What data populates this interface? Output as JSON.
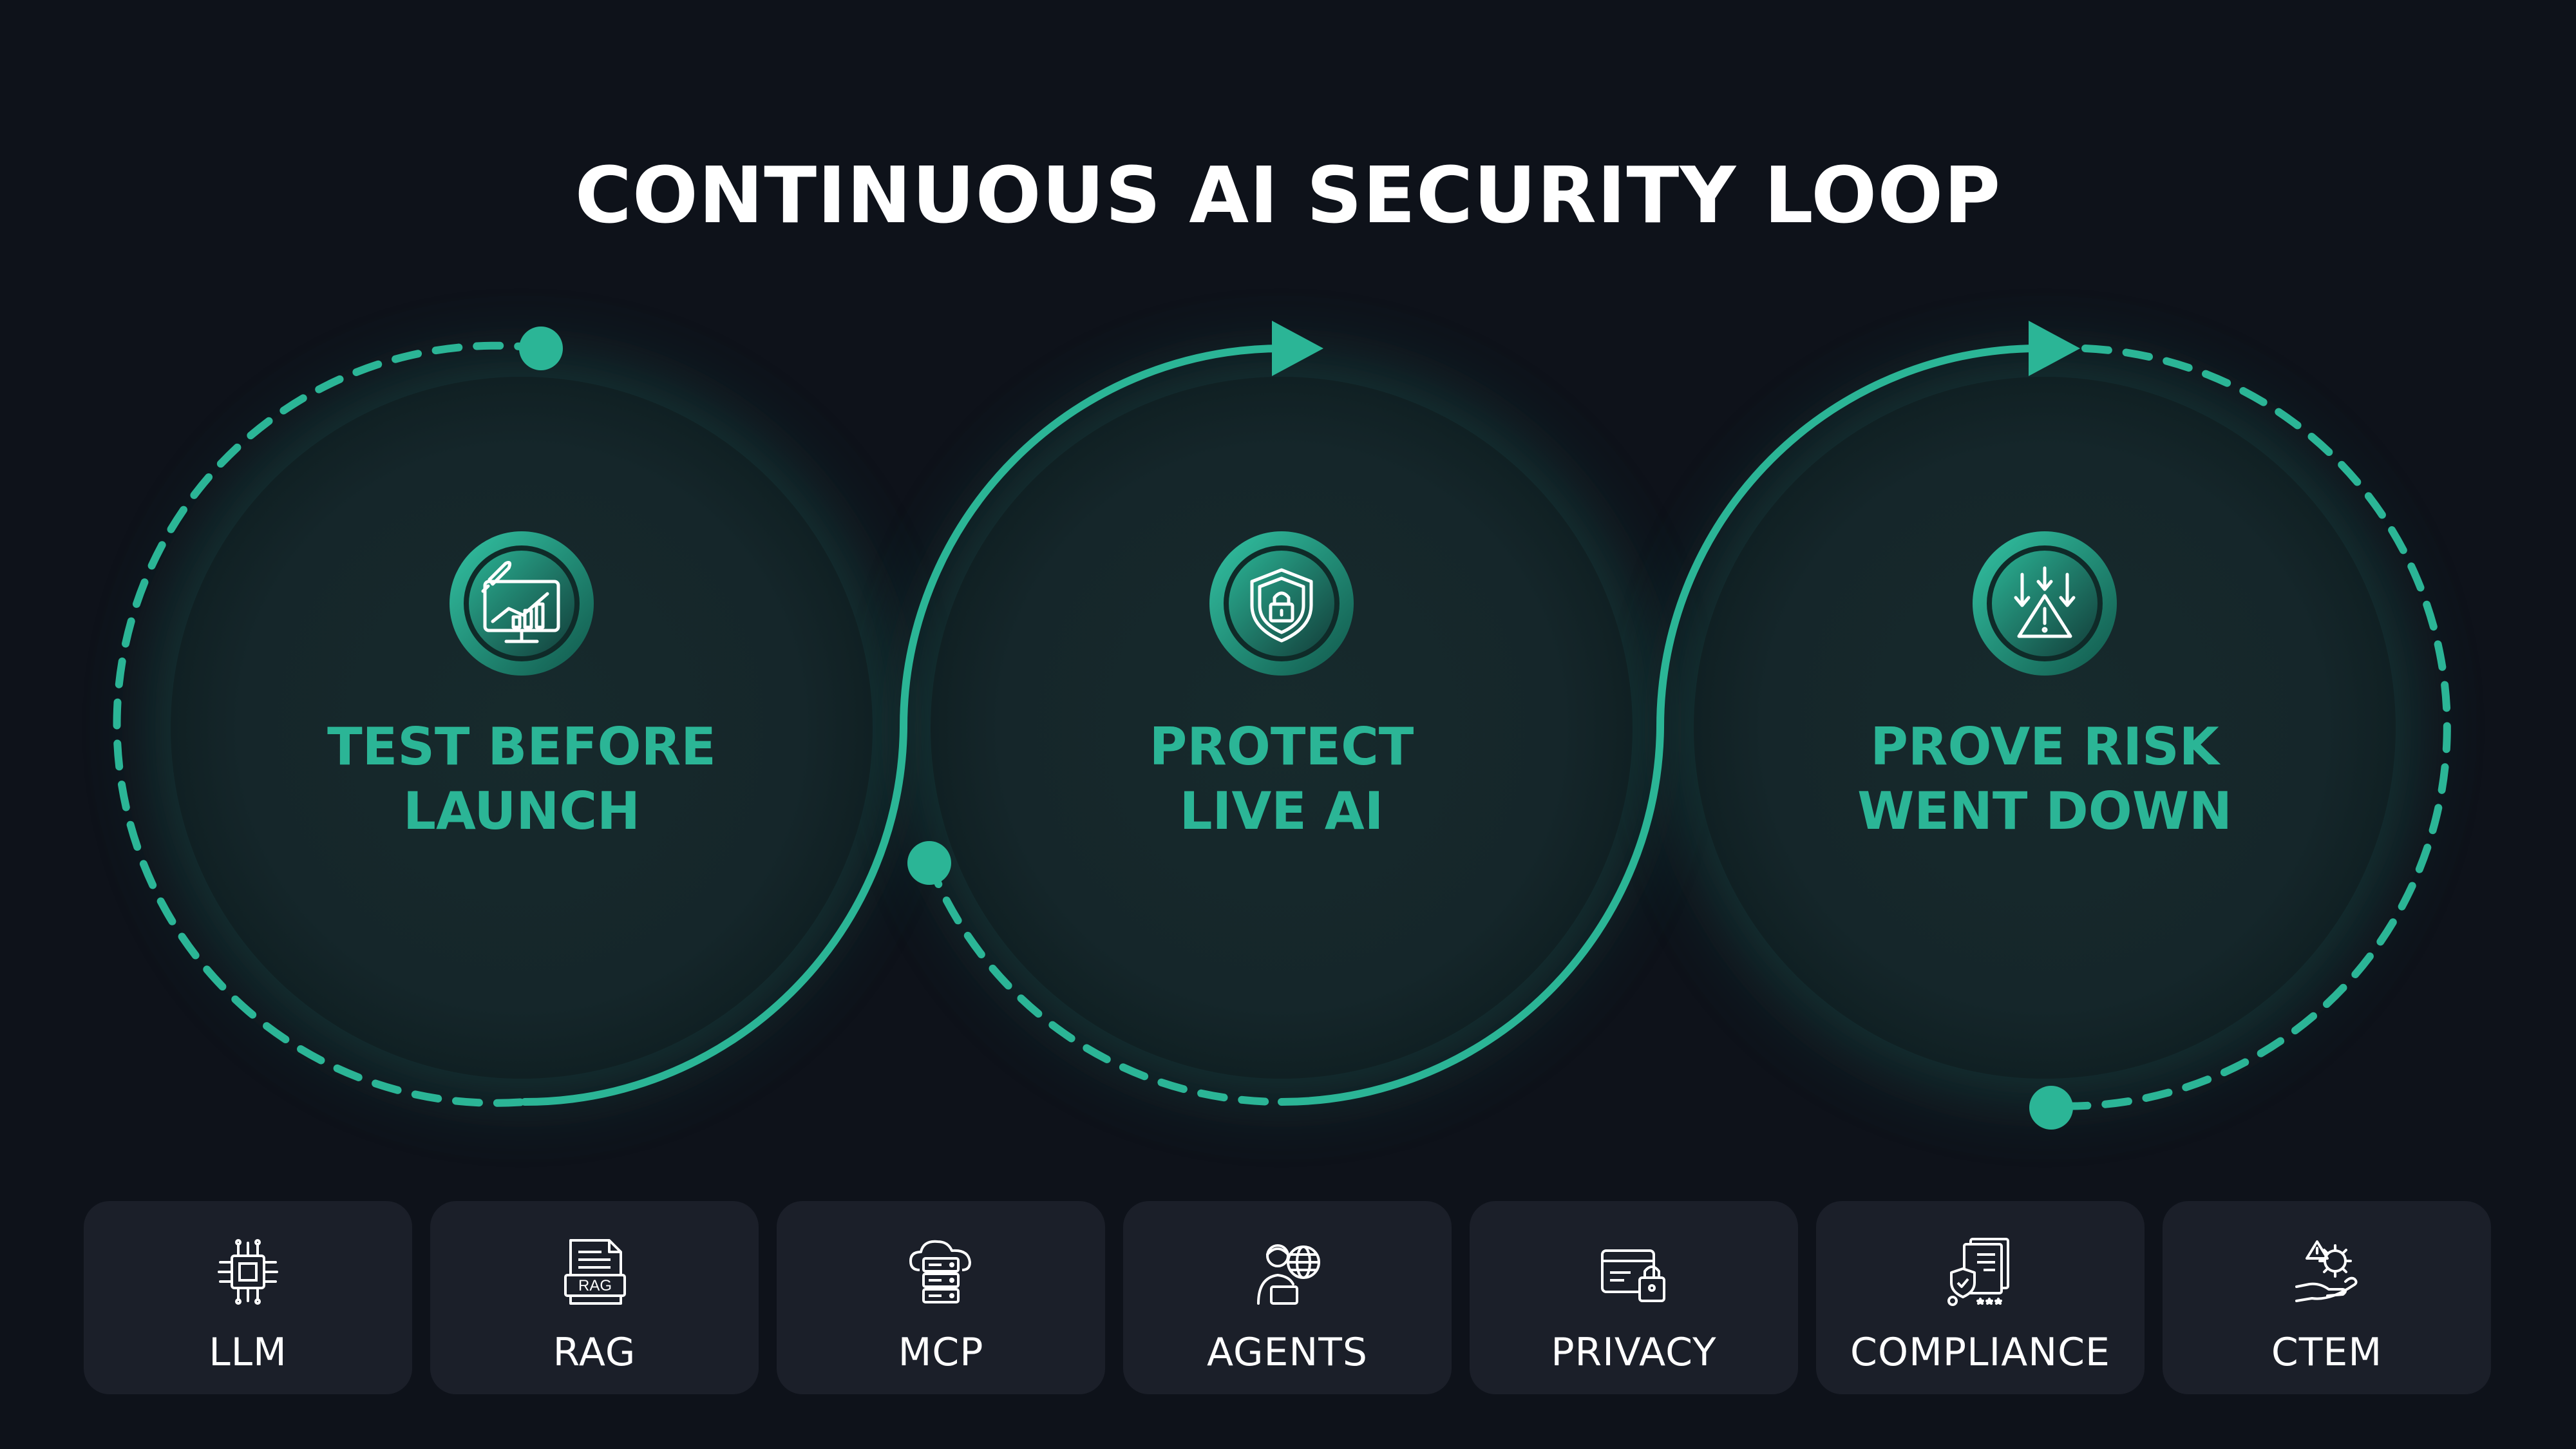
{
  "title": "CONTINUOUS AI SECURITY LOOP",
  "accent_color": "#2bb596",
  "background_color": "#0e121a",
  "steps": [
    {
      "line1": "TEST BEFORE",
      "line2": "LAUNCH",
      "icon": "rocket-analytics-icon"
    },
    {
      "line1": "PROTECT",
      "line2": "LIVE AI",
      "icon": "shield-lock-icon"
    },
    {
      "line1": "PROVE RISK",
      "line2": "WENT DOWN",
      "icon": "risk-down-alert-icon"
    }
  ],
  "categories": [
    {
      "label": "LLM",
      "icon": "chip-icon"
    },
    {
      "label": "RAG",
      "icon": "rag-document-icon",
      "icon_text": "RAG"
    },
    {
      "label": "MCP",
      "icon": "server-cloud-icon"
    },
    {
      "label": "AGENTS",
      "icon": "agent-globe-icon"
    },
    {
      "label": "PRIVACY",
      "icon": "wallet-lock-icon"
    },
    {
      "label": "COMPLIANCE",
      "icon": "compliance-document-icon"
    },
    {
      "label": "CTEM",
      "icon": "hand-gear-alert-icon"
    }
  ]
}
